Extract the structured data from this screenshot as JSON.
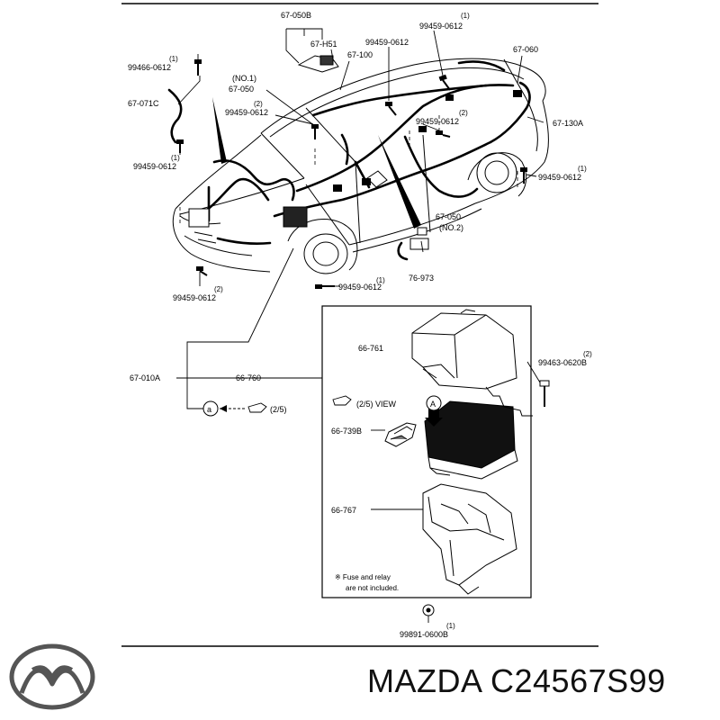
{
  "diagram": {
    "part_labels": {
      "p67_050B": "67-050B",
      "p67_H51": "67-H51",
      "p99459_top_qty": "(1)",
      "p99459_top": "99459-0612",
      "p99459_mid": "99459-0612",
      "p67_100": "67-100",
      "p67_060": "67-060",
      "p99466_qty": "(1)",
      "p99466": "99466-0612",
      "no1": "(NO.1)",
      "p67_050": "67-050",
      "p67_071C": "67-071C",
      "p99459_left_qty": "(2)",
      "p99459_left": "99459-0612",
      "p99459_center_qty": "(2)",
      "p99459_center": "99459-0612",
      "p67_130A": "67-130A",
      "p99459_lowleft_qty": "(1)",
      "p99459_lowleft": "99459-0612",
      "p99459_right_qty": "(1)",
      "p99459_right": "99459-0612",
      "p67_050_no2": "67-050",
      "no2": "(NO.2)",
      "p76_973": "76-973",
      "p99459_bottom_qty": "(2)",
      "p99459_bottom": "99459-0612",
      "p99459_floor_qty": "(1)",
      "p99459_floor": "99459-0612",
      "p66_761": "66-761",
      "p99463_qty": "(2)",
      "p99463": "99463-0620B",
      "p67_010A": "67-010A",
      "p66_760": "66-760",
      "view_ref": "(2/5) VIEW",
      "view_letter": "A",
      "circle_a": "a",
      "ref_25": "(2/5)",
      "p66_739B": "66-739B",
      "p66_767": "66-767",
      "note_line1": "※ Fuse and relay",
      "note_line2": "are not included.",
      "p99891_qty": "(1)",
      "p99891": "99891-0600B"
    },
    "footer": {
      "brand": "MAZDA C24567S99",
      "logo_name": "mazda-logo"
    }
  }
}
